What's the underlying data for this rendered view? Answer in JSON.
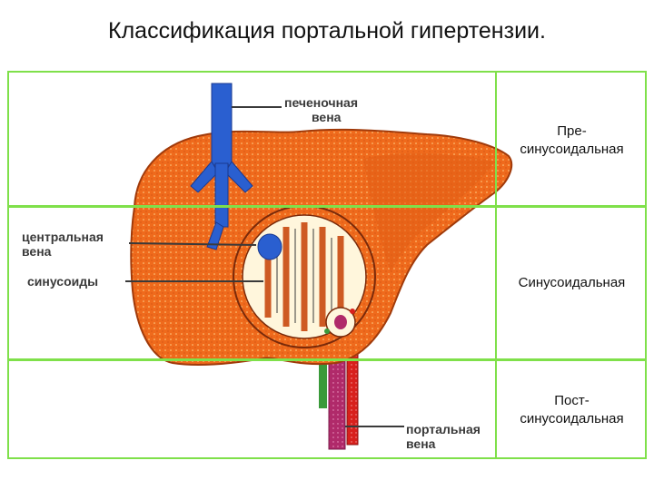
{
  "title": "Классификация портальной гипертензии.",
  "classes": {
    "pre": [
      "Пре-",
      "синусоидальная"
    ],
    "sinusoidal": "Синусоидальная",
    "post": [
      "Пост-",
      "синусоидальная"
    ]
  },
  "annotations": {
    "hepatic_vein": [
      "печеночная",
      "вена"
    ],
    "central_vein": [
      "центральная",
      "вена"
    ],
    "sinusoids": "синусоиды",
    "portal_vein": [
      "портальная",
      "вена"
    ]
  },
  "colors": {
    "liver": "#ef6a1c",
    "liver_dark": "#c94a10",
    "vein_blue": "#2a5fd0",
    "artery_red": "#d8201c",
    "duct_green": "#3a9a3a",
    "grid_green": "#7fe04a"
  }
}
